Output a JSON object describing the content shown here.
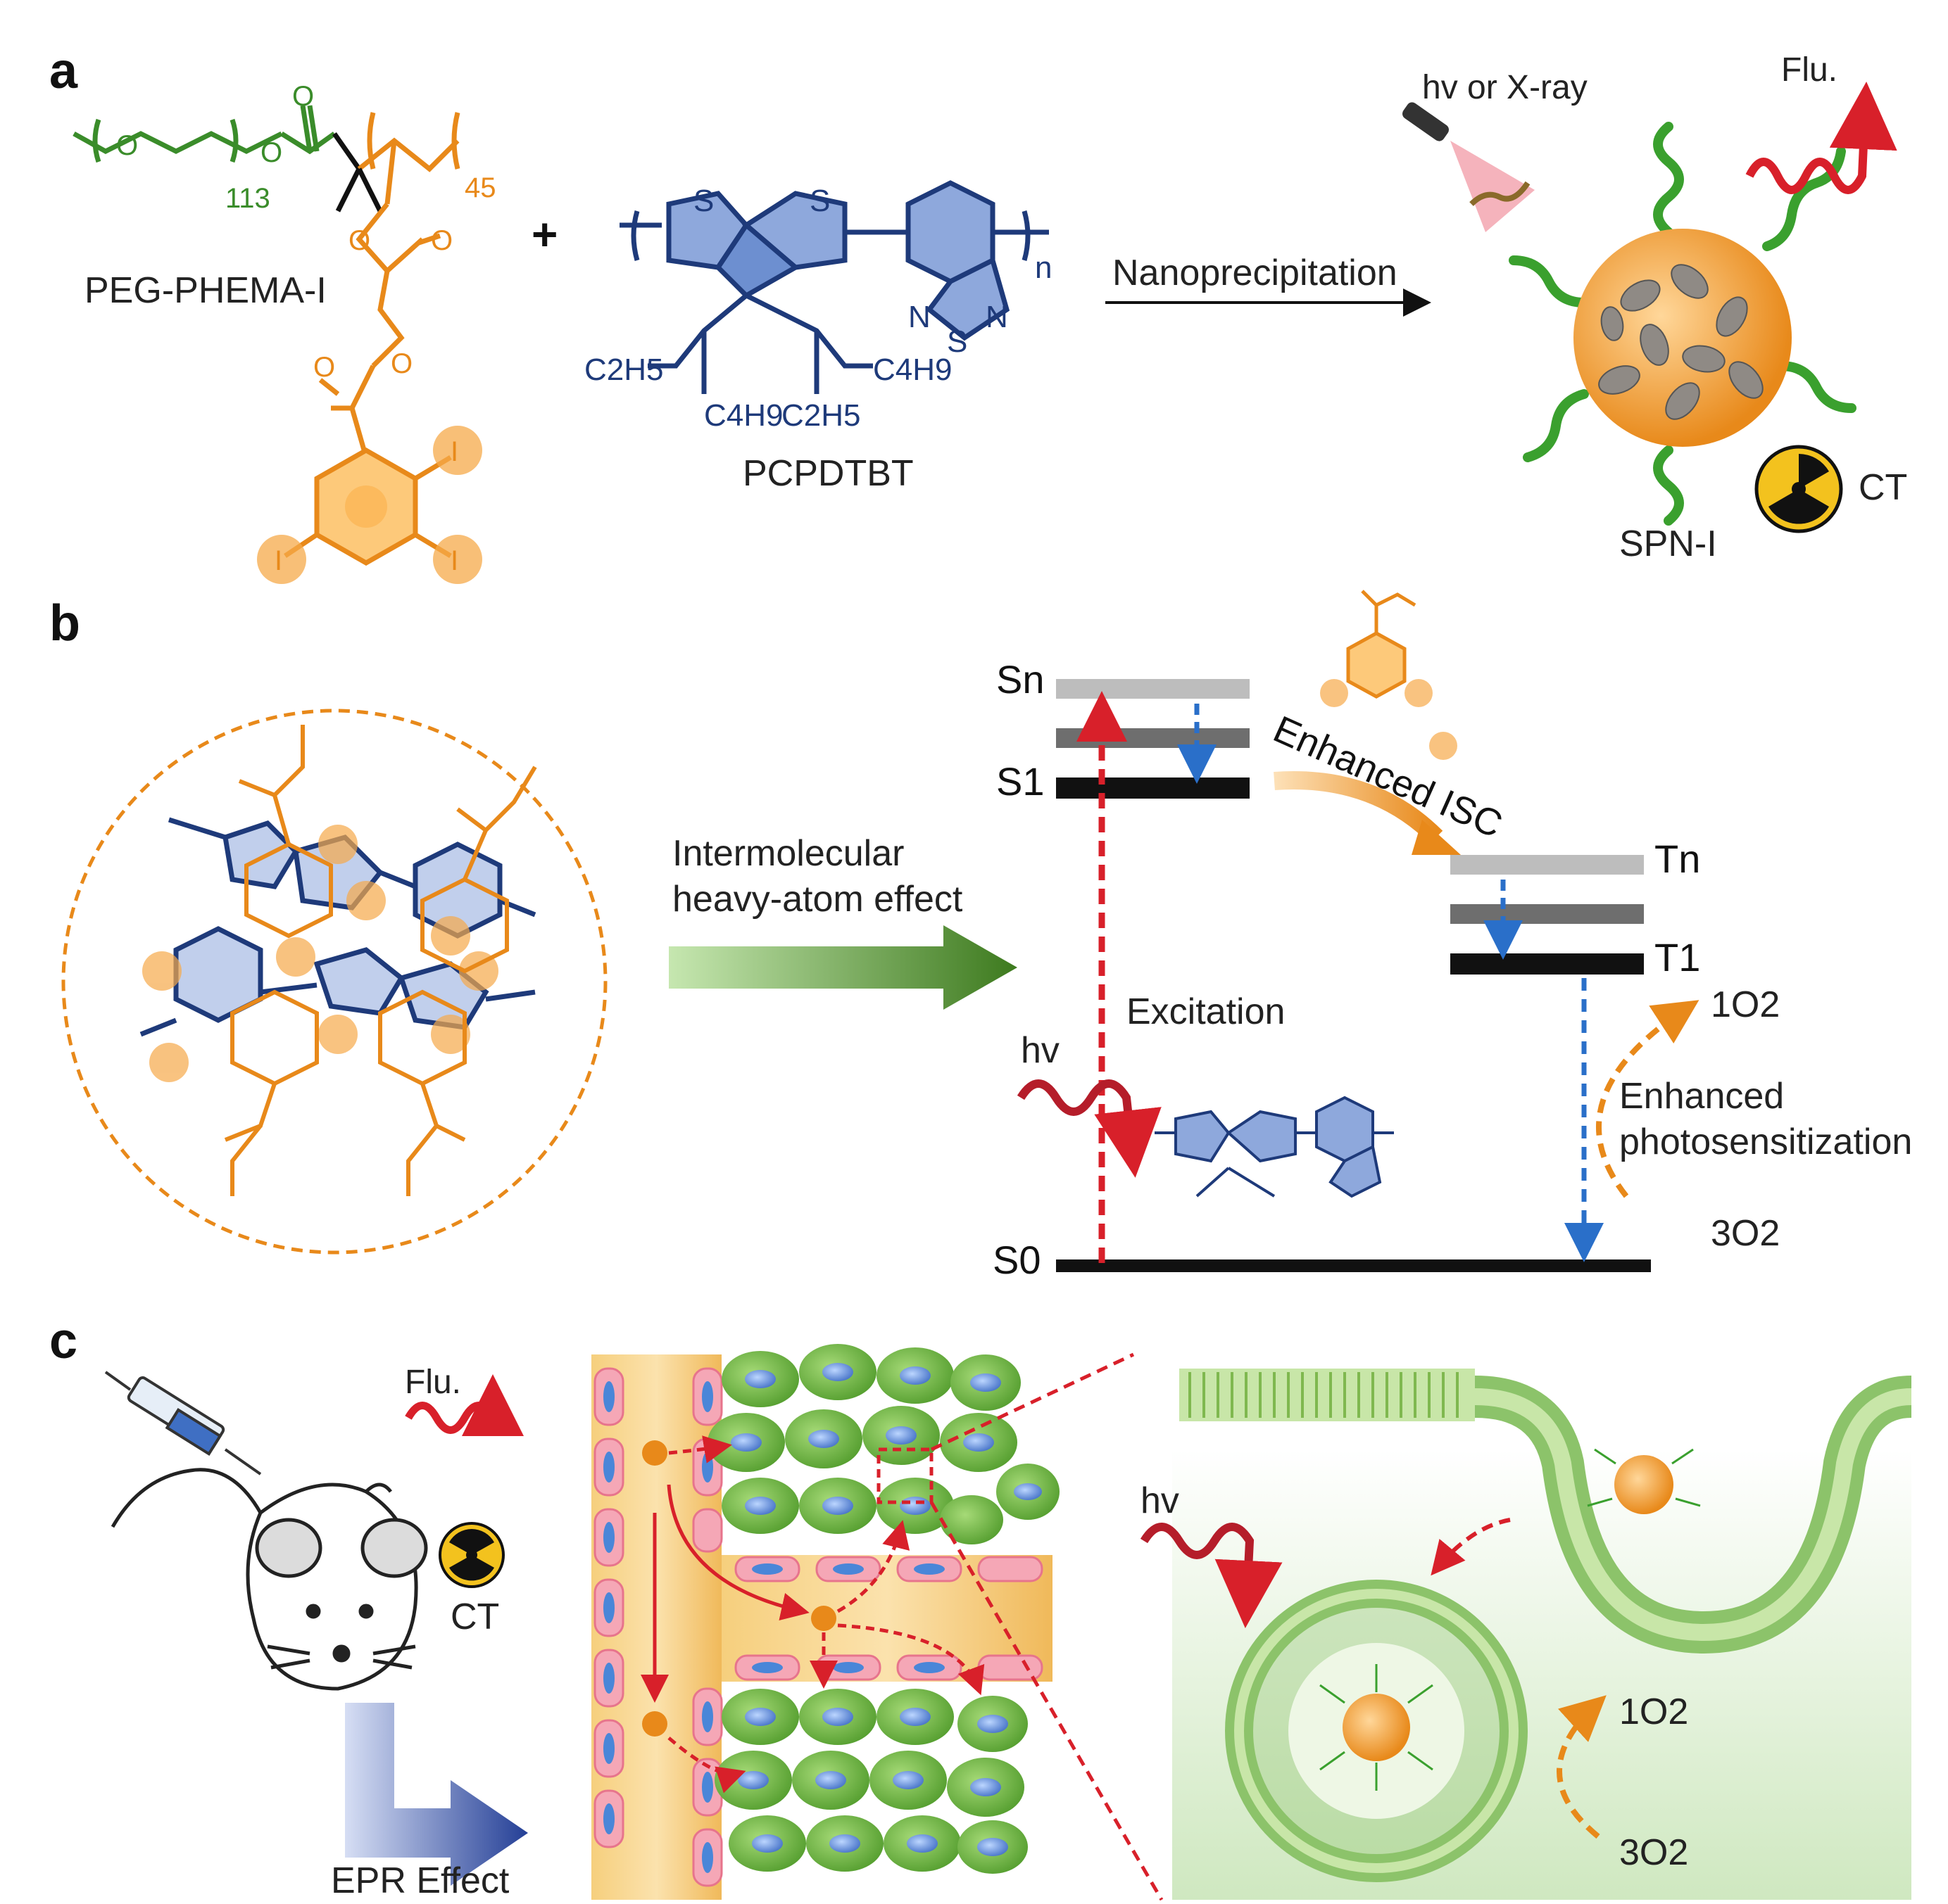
{
  "panels": {
    "a": "a",
    "b": "b",
    "c": "c"
  },
  "panel_a": {
    "peg_label": "PEG-PHEMA-I",
    "peg_n1": "113",
    "peg_n2": "45",
    "plus": "+",
    "pcpdtbt_label": "PCPDTBT",
    "polymer_n": "n",
    "side_c2h5_a": "C2H5",
    "side_c4h9_a": "C4H9",
    "side_c4h9_b": "C4H9",
    "side_c2h5_b": "C2H5",
    "arrow_label": "Nanoprecipitation",
    "excitation_source": "hv or X-ray",
    "emission_label": "Flu.",
    "ct_label": "CT",
    "particle_label": "SPN-I",
    "atom_O": "O",
    "atom_I": "I",
    "atom_S": "S",
    "atom_N": "N"
  },
  "panel_b": {
    "arrow_label_line1": "Intermolecular",
    "arrow_label_line2": "heavy-atom  effect",
    "level_Sn": "Sn",
    "level_S1": "S1",
    "level_S0": "S0",
    "level_Tn": "Tn",
    "level_T1": "T1",
    "isc_label": "Enhanced  ISC",
    "excitation_label": "Excitation",
    "hv_label": "hv",
    "photosens_line1": "Enhanced",
    "photosens_line2": "photosensitization",
    "singlet_o2": "1O2",
    "triplet_o2": "3O2"
  },
  "panel_c": {
    "flu_label": "Flu.",
    "ct_label": "CT",
    "epr_label": "EPR Effect",
    "hv_label": "hv",
    "singlet_o2": "1O2",
    "triplet_o2": "3O2"
  },
  "colors": {
    "green": "#3a8c2a",
    "orange": "#e8891a",
    "navy": "#1e3a7a",
    "red": "#d8202a",
    "blue_dashed": "#2a6fc9",
    "cell_green": "#6fb83a",
    "vessel": "#f3c56a"
  }
}
